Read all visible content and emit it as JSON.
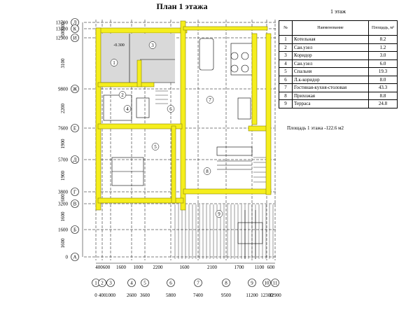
{
  "title": "План  1 этажа",
  "table": {
    "title": "1 этаж",
    "headers": [
      "№",
      "Наименование",
      "Площадь, м²"
    ],
    "rows": [
      {
        "num": "1",
        "name": "Котельная",
        "area": "8.2"
      },
      {
        "num": "2",
        "name": "Сан.узел",
        "area": "1.2"
      },
      {
        "num": "3",
        "name": "Коридор",
        "area": "3.0"
      },
      {
        "num": "4",
        "name": "Сан.узел",
        "area": "6.0"
      },
      {
        "num": "5",
        "name": "Спальня",
        "area": "19.3"
      },
      {
        "num": "6",
        "name": "Л.к-коридор",
        "area": "8.0"
      },
      {
        "num": "7",
        "name": "Гостиная-кухня-столовая",
        "area": "43.3"
      },
      {
        "num": "8",
        "name": "Прихожая",
        "area": "8.8"
      },
      {
        "num": "9",
        "name": "Терраса",
        "area": "24.8"
      }
    ]
  },
  "total_area": "Площадь 1 этажа -122.6 м2",
  "elevation_mark": "-0.300",
  "row_axes": [
    {
      "letter": "Л",
      "coord": "13700"
    },
    {
      "letter": "К",
      "coord": "13400"
    },
    {
      "letter": "И",
      "coord": "12900"
    },
    {
      "letter": "Ж",
      "coord": "9800"
    },
    {
      "letter": "Е",
      "coord": "7600"
    },
    {
      "letter": "Д",
      "coord": "5700"
    },
    {
      "letter": "Г",
      "coord": "3800"
    },
    {
      "letter": "В",
      "coord": "3200"
    },
    {
      "letter": "Б",
      "coord": "1600"
    },
    {
      "letter": "А",
      "coord": "0"
    }
  ],
  "row_spans": [
    "300",
    "500",
    "3100",
    "2200",
    "1900",
    "1900",
    "600",
    "1600",
    "1600"
  ],
  "col_axes": [
    {
      "num": "1",
      "coord": "0"
    },
    {
      "num": "2",
      "coord": "400"
    },
    {
      "num": "3",
      "coord": "1000"
    },
    {
      "num": "4",
      "coord": "2600"
    },
    {
      "num": "5",
      "coord": "3600"
    },
    {
      "num": "6",
      "coord": "5800"
    },
    {
      "num": "7",
      "coord": "7400"
    },
    {
      "num": "8",
      "coord": "9500"
    },
    {
      "num": "9",
      "coord": "11200"
    },
    {
      "num": "10",
      "coord": "12300"
    },
    {
      "num": "11",
      "coord": "12900"
    }
  ],
  "col_spans": [
    "400",
    "600",
    "1600",
    "1000",
    "2200",
    "1600",
    "2100",
    "1700",
    "1100",
    "600"
  ],
  "room_labels": [
    "1",
    "2",
    "3",
    "4",
    "5",
    "6",
    "7",
    "8",
    "9"
  ],
  "colors": {
    "wall": "#f5ee1d",
    "wall_stroke": "#8a8400",
    "utility": "#d9d9d9",
    "line": "#000000"
  }
}
